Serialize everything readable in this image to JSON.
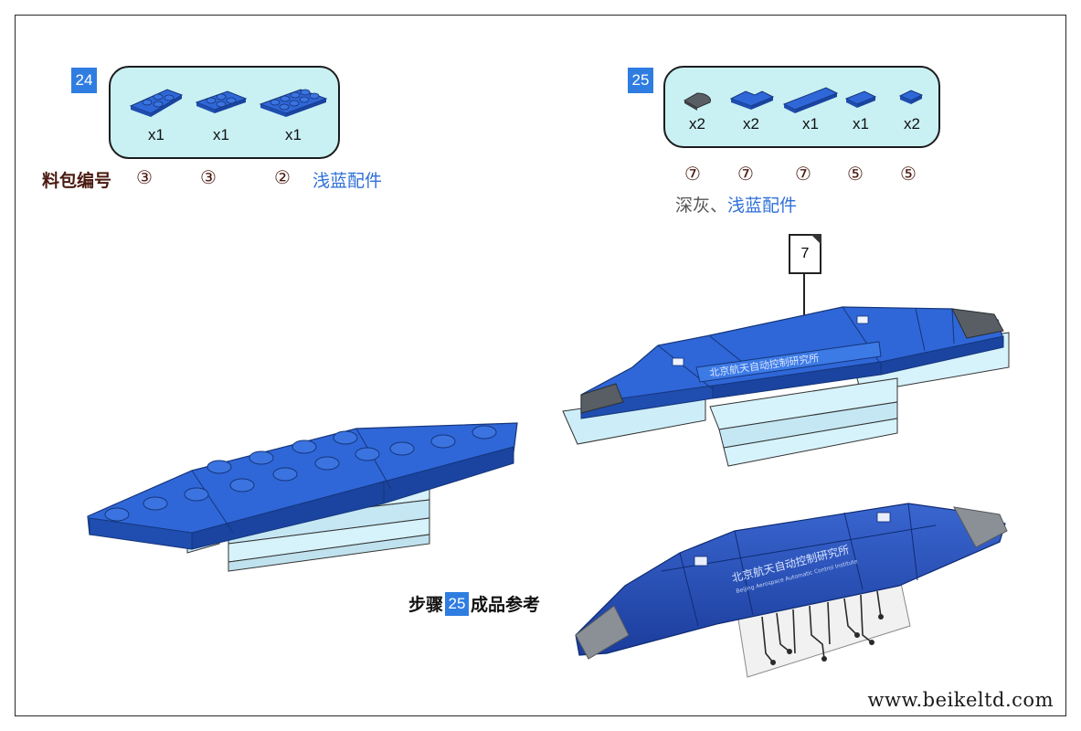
{
  "step24": {
    "number": "24",
    "parts": [
      {
        "icon": "wedge-plate-icon",
        "qty": "x1",
        "color": "#2f67d8"
      },
      {
        "icon": "plate-2x3-icon",
        "qty": "x1",
        "color": "#2f67d8"
      },
      {
        "icon": "plate-2x4-icon",
        "qty": "x1",
        "color": "#2f67d8"
      }
    ],
    "pack_label": "料包编号",
    "pack_numbers": [
      "③",
      "③",
      "②"
    ],
    "color_note": "浅蓝配件"
  },
  "step25": {
    "number": "25",
    "parts": [
      {
        "icon": "round-tile-icon",
        "qty": "x2",
        "color": "#585e64"
      },
      {
        "icon": "corner-tile-icon",
        "qty": "x2",
        "color": "#2f67d8"
      },
      {
        "icon": "long-tile-icon",
        "qty": "x1",
        "color": "#2f67d8"
      },
      {
        "icon": "tile-1x2-icon",
        "qty": "x1",
        "color": "#2f67d8"
      },
      {
        "icon": "tile-1x1-icon",
        "qty": "x2",
        "color": "#2f67d8"
      }
    ],
    "pack_numbers": [
      "⑦",
      "⑦",
      "⑦",
      "⑤",
      "⑤"
    ],
    "color_note_grey": "深灰、",
    "color_note_blue": "浅蓝配件",
    "page_tag": "7"
  },
  "model_print": {
    "line1": "北京航天自动控制研究所",
    "line2": "Beijing Aerospace Automatic Control Institute"
  },
  "reference": {
    "prefix": "步骤",
    "step": "25",
    "suffix": "成品参考"
  },
  "website": "www.beikeltd.com",
  "colors": {
    "accent_blue": "#2f7de1",
    "brick_blue": "#2f67d8",
    "light_blue": "#cdeef8",
    "dark_grey": "#585e64",
    "box_fill": "#c9f1f3"
  }
}
